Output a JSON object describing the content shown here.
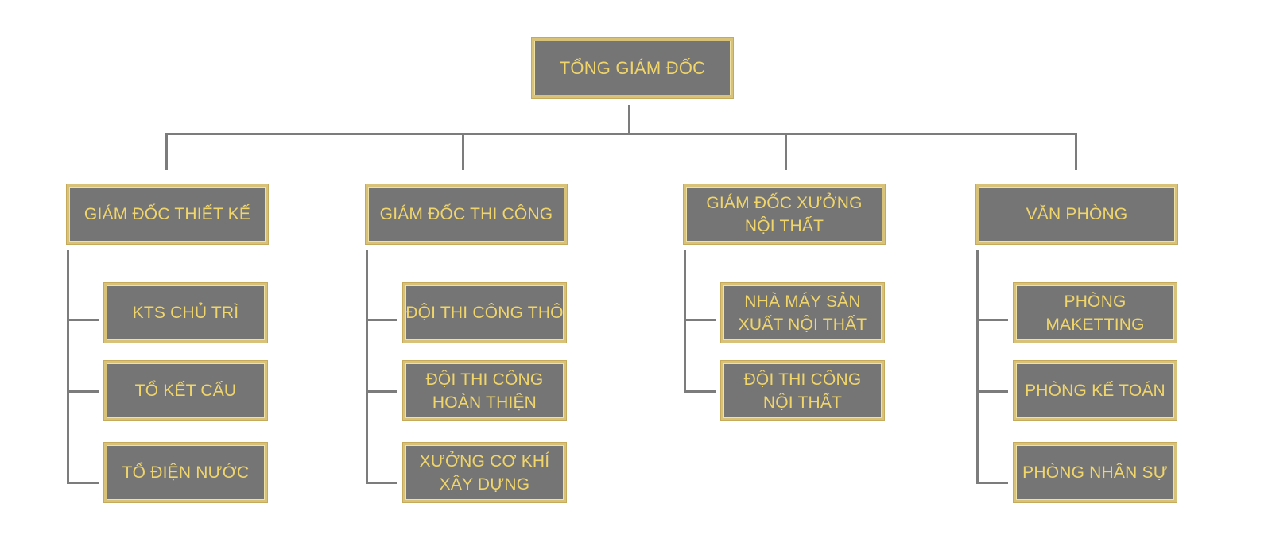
{
  "colors": {
    "box_fill": "#757575",
    "box_border": "#d8c27a",
    "text": "#f0d56a",
    "connector": "#7c7c7c",
    "background": "#ffffff"
  },
  "org": {
    "root": "TỔNG GIÁM ĐỐC",
    "departments": [
      {
        "title": "GIÁM ĐỐC THIẾT KẾ",
        "units": [
          "KTS CHỦ TRÌ",
          "TỔ KẾT CẤU",
          "TỔ ĐIỆN NƯỚC"
        ]
      },
      {
        "title": "GIÁM ĐỐC THI CÔNG",
        "units": [
          "ĐỘI THI CÔNG THÔ",
          "ĐỘI THI CÔNG\nHOÀN THIỆN",
          "XƯỞNG CƠ KHÍ\nXÂY DỰNG"
        ]
      },
      {
        "title": "GIÁM ĐỐC XƯỞNG\nNỘI THẤT",
        "units": [
          "NHÀ MÁY SẢN\nXUẤT NỘI THẤT",
          "ĐỘI THI  CÔNG\nNỘI THẤT"
        ]
      },
      {
        "title": "VĂN PHÒNG",
        "units": [
          "PHÒNG\nMAKETTING",
          "PHÒNG KẾ TOÁN",
          "PHÒNG NHÂN SỰ"
        ]
      }
    ]
  }
}
